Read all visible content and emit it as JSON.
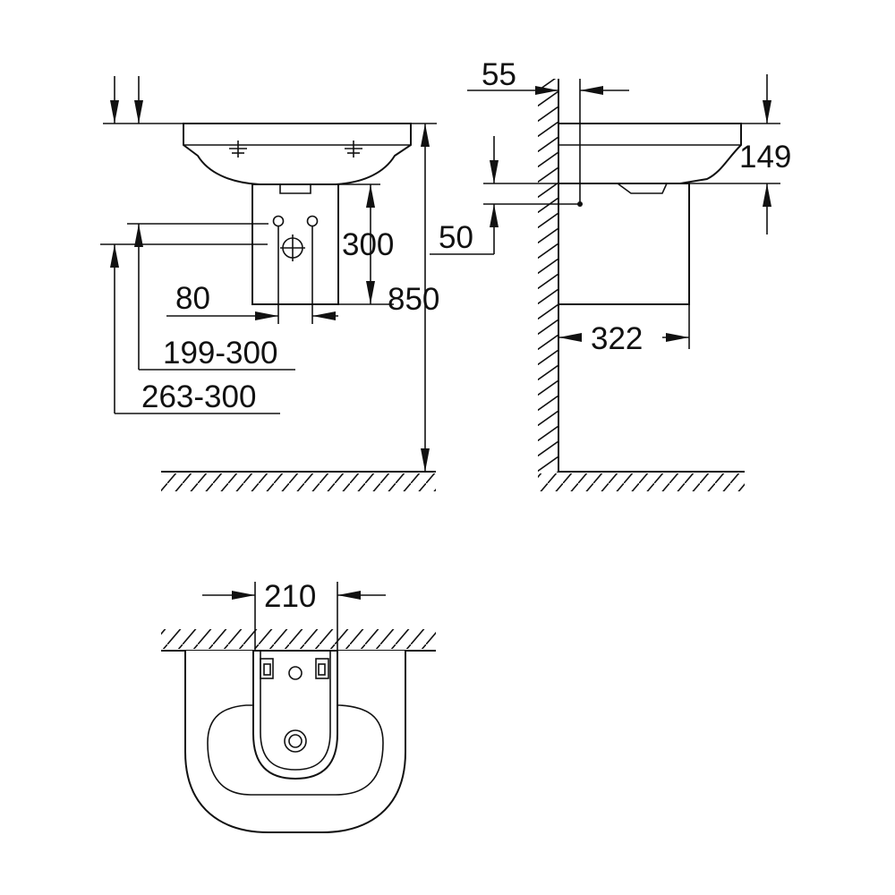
{
  "dimensions": {
    "front_view": {
      "height_total": "850",
      "pedestal_height": "300",
      "offset_80": "80",
      "range_199_300": "199-300",
      "range_263_300": "263-300"
    },
    "side_view": {
      "wall_gap": "55",
      "basin_depth_149": "149",
      "drain_offset_50": "50",
      "pedestal_depth": "322"
    },
    "top_view": {
      "pedestal_width": "210"
    }
  },
  "colors": {
    "line": "#111111",
    "background": "#ffffff"
  }
}
